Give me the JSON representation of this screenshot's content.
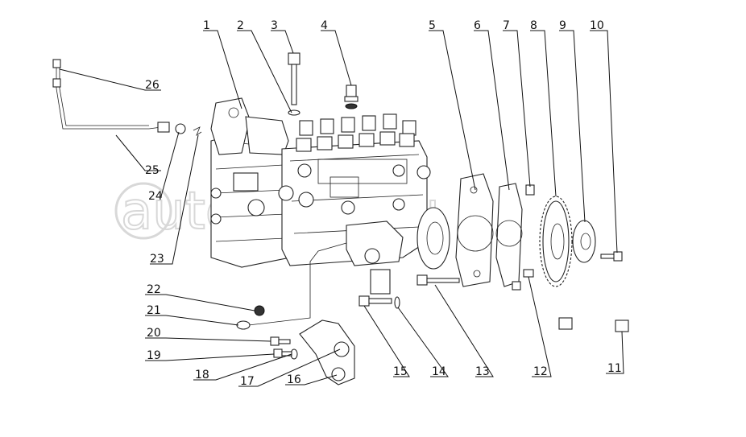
{
  "watermark": "autoparts.ru",
  "callouts": [
    "1",
    "2",
    "3",
    "4",
    "5",
    "6",
    "7",
    "8",
    "9",
    "10",
    "11",
    "12",
    "13",
    "14",
    "15",
    "16",
    "17",
    "18",
    "19",
    "20",
    "21",
    "22",
    "23",
    "24",
    "25",
    "26"
  ]
}
